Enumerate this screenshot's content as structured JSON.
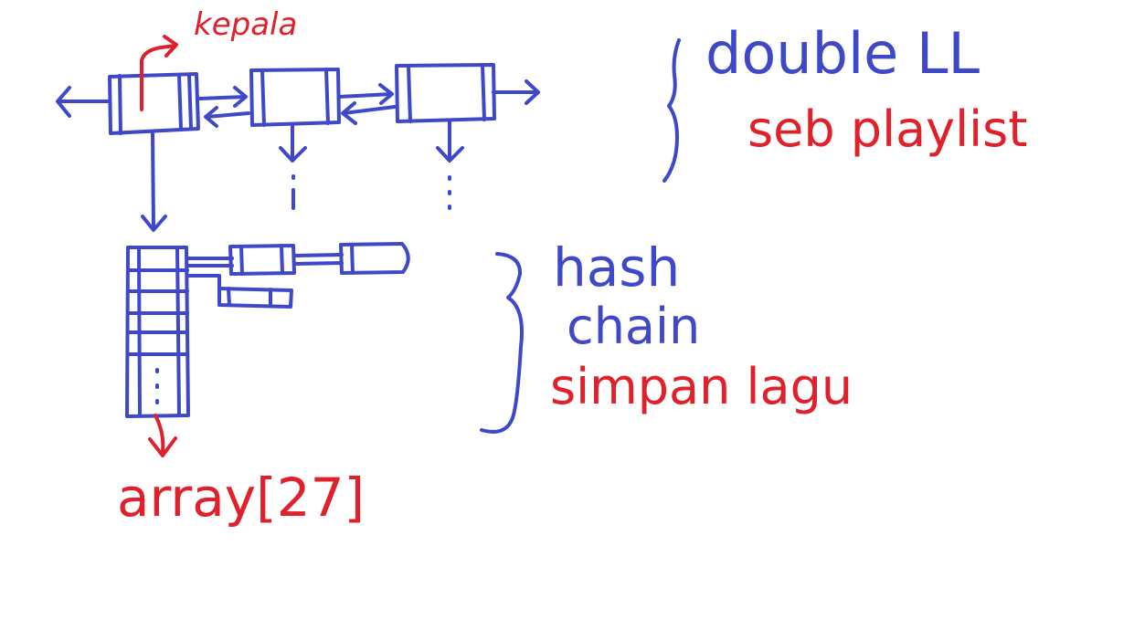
{
  "colors": {
    "blue": "#3f48c8",
    "red": "#e0202a",
    "background": "#ffffff"
  },
  "labels": {
    "kepala": "kepala",
    "double_ll": "double LL",
    "seb_playlist": "seb playlist",
    "hash": "hash",
    "chain": "chain",
    "simpan_lagu": "simpan lagu",
    "array": "array[27]"
  }
}
